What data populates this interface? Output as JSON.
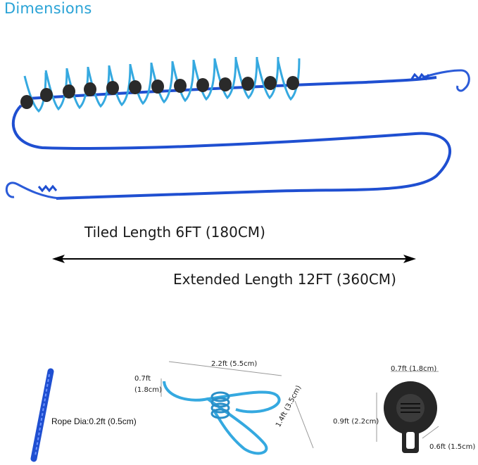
{
  "header": {
    "title": "Dimensions"
  },
  "lengths": {
    "tiled": "Tiled Length 6FT (180CM)",
    "extended": "Extended Length 12FT (360CM)"
  },
  "details": {
    "rope": {
      "label": "Rope Dia:0.2ft (0.5cm)"
    },
    "clip": {
      "width": "2.2ft (5.5cm)",
      "height_ft": "0.7ft",
      "height_cm": "(1.8cm)",
      "length": "1.4ft (3.5cm)"
    },
    "stopper": {
      "width": "0.7ft (1.8cm)",
      "height": "0.9ft (2.2cm)",
      "depth": "0.6ft (1.5cm)"
    }
  },
  "colors": {
    "rope": "#1f4fd1",
    "clip": "#35a9e0",
    "bead": "#2a2a2a",
    "title": "#2aa3d6"
  }
}
